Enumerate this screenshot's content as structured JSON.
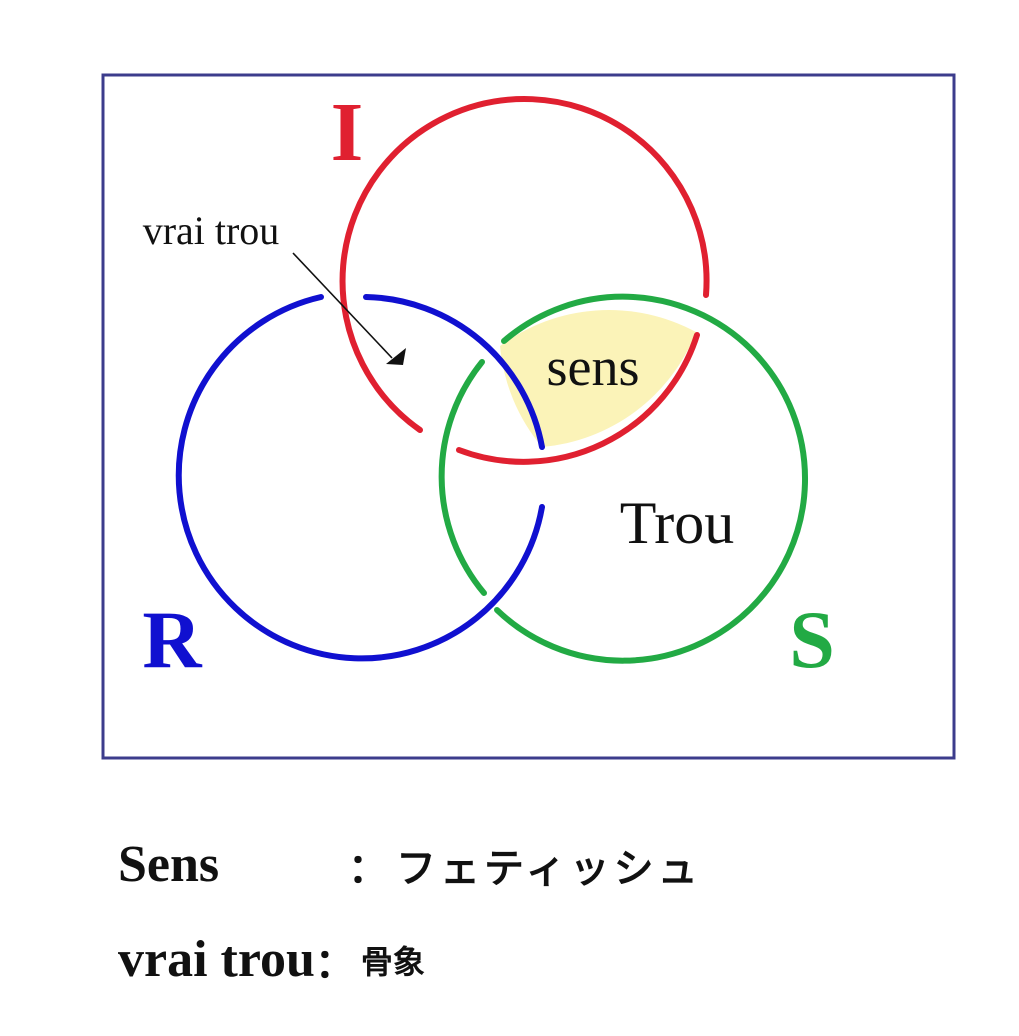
{
  "colors": {
    "frame": "#3c3c8c",
    "imaginary": "#e02030",
    "real": "#1010d0",
    "symbolic": "#22aa44",
    "sens_fill": "#fbf3b8",
    "text": "#111111"
  },
  "diagram": {
    "label_I": "I",
    "label_R": "R",
    "label_S": "S",
    "label_sens": "sens",
    "label_trou": "Trou",
    "label_vrai_trou": "vrai trou"
  },
  "legend": [
    {
      "term": "Sens",
      "colon": "：",
      "desc": "フェティッシュ"
    },
    {
      "term": "vrai trou",
      "colon": "：",
      "desc": "骨象"
    }
  ]
}
